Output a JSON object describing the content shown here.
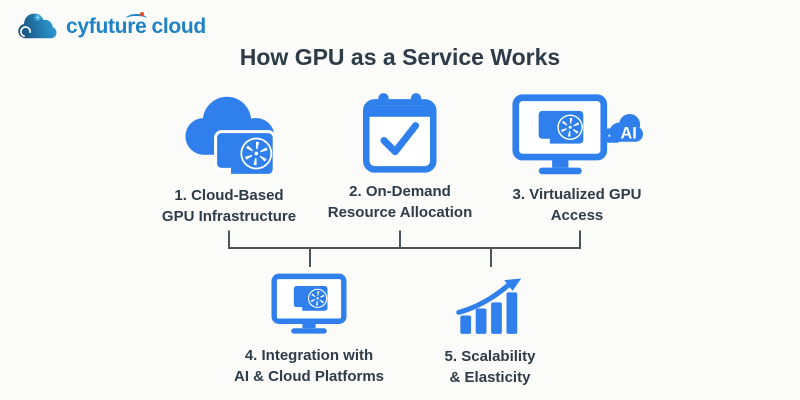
{
  "logo": {
    "brand": "cyfuture",
    "suffix": "cloud"
  },
  "title": "How GPU as a Service Works",
  "steps": [
    {
      "line1": "1. Cloud-Based",
      "line2": "GPU Infrastructure",
      "icon": "cloud-gpu"
    },
    {
      "line1": "2. On-Demand",
      "line2": "Resource Allocation",
      "icon": "calendar-check"
    },
    {
      "line1": "3. Virtualized GPU",
      "line2": "Access",
      "icon": "monitor-gpu-ai-cloud",
      "badge": "AI"
    },
    {
      "line1": "4. Integration with",
      "line2": "AI & Cloud Platforms",
      "icon": "monitor-gpu"
    },
    {
      "line1": "5. Scalability",
      "line2": "& Elasticity",
      "icon": "growth-bars-arrow"
    }
  ],
  "colors": {
    "accent_blue": "#2f80ed",
    "heading_text": "#2e3c49",
    "connector_line": "#4d5459",
    "logo_blue": "#1e82c4",
    "logo_dot_red": "#ea4a24",
    "background": "#fbfbf9"
  }
}
